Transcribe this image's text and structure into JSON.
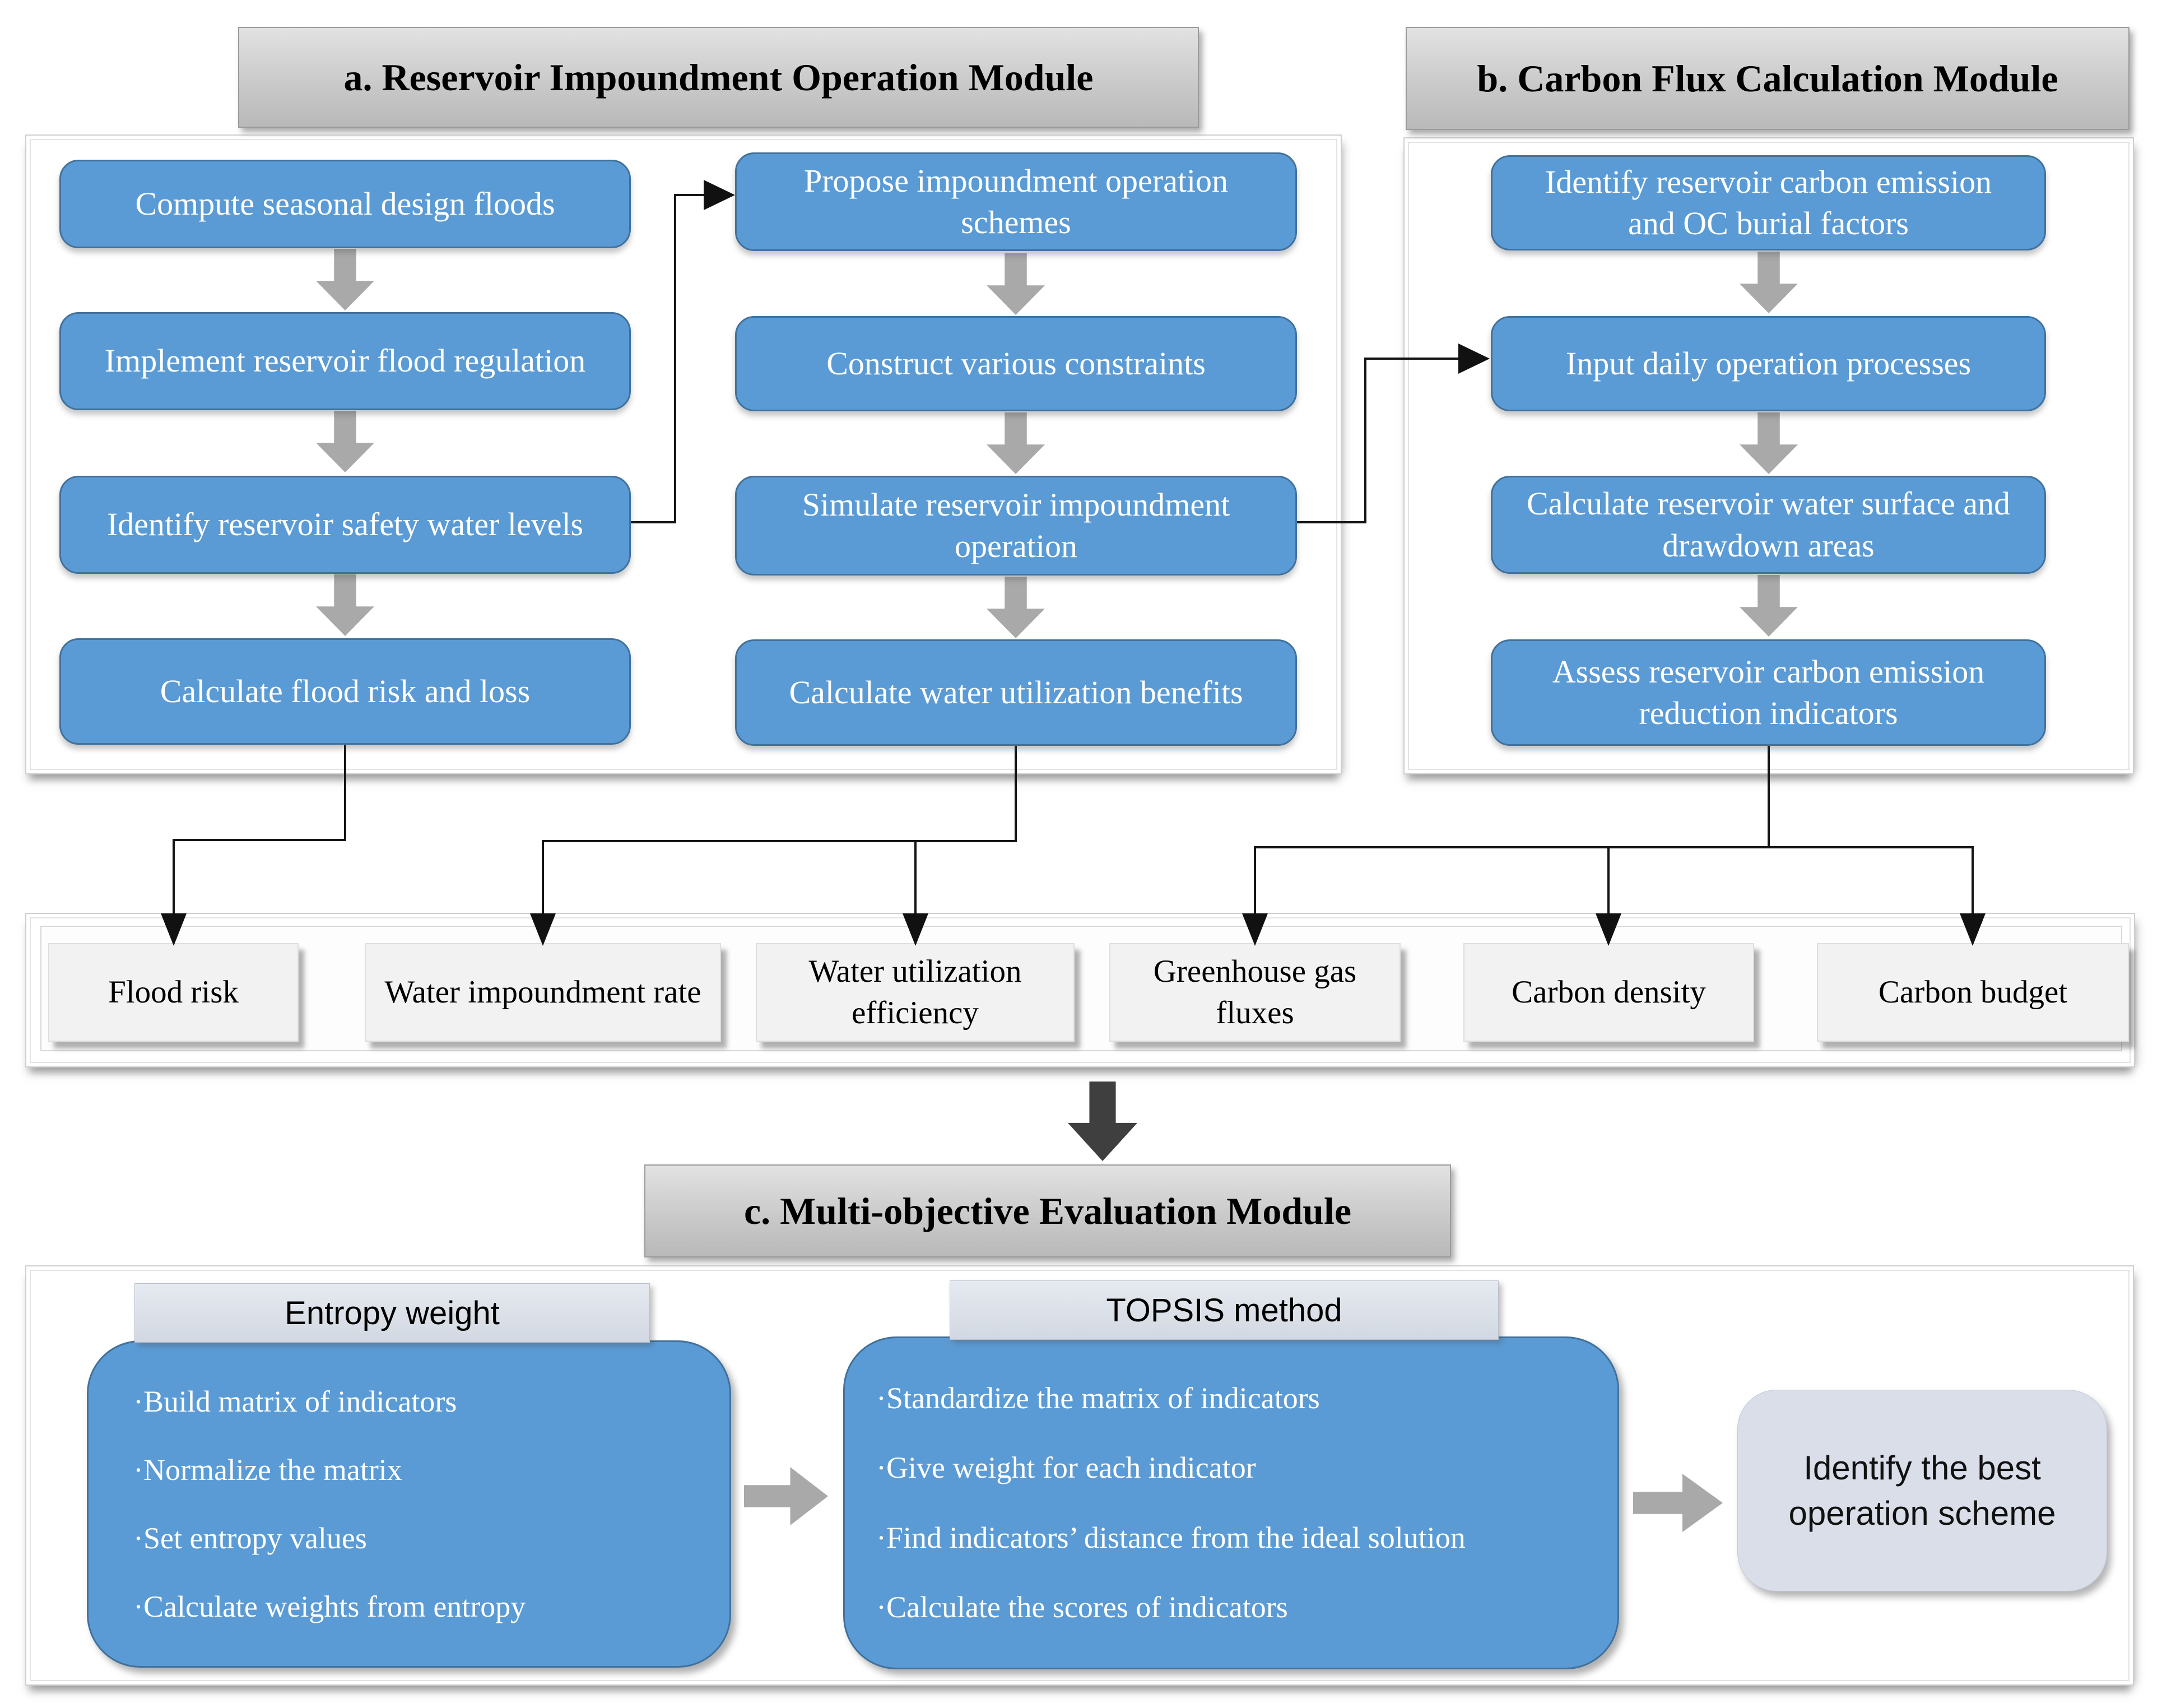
{
  "module_a": {
    "title": "a. Reservoir Impoundment Operation Module",
    "col1": [
      "Compute seasonal design floods",
      "Implement reservoir flood regulation",
      "Identify reservoir safety water levels",
      "Calculate flood risk and loss"
    ],
    "col2": [
      "Propose impoundment operation schemes",
      "Construct various constraints",
      "Simulate reservoir impoundment operation",
      "Calculate water utilization benefits"
    ]
  },
  "module_b": {
    "title": "b. Carbon Flux Calculation Module",
    "steps": [
      "Identify reservoir carbon emission and OC burial factors",
      "Input daily operation processes",
      "Calculate reservoir water surface and drawdown areas",
      "Assess reservoir carbon emission reduction indicators"
    ]
  },
  "indicators": [
    "Flood risk",
    "Water impoundment rate",
    "Water utilization efficiency",
    "Greenhouse gas fluxes",
    "Carbon density",
    "Carbon budget"
  ],
  "module_c": {
    "title": "c. Multi-objective Evaluation Module",
    "entropy": {
      "header": "Entropy weight",
      "items": [
        "·Build matrix of indicators",
        "·Normalize the matrix",
        "·Set entropy values",
        "·Calculate weights from entropy"
      ]
    },
    "topsis": {
      "header": "TOPSIS method",
      "items": [
        "·Standardize the matrix of indicators",
        "·Give weight for each indicator",
        "·Find indicators’ distance from the ideal solution",
        "·Calculate the scores of indicators"
      ]
    },
    "result": "Identify the best operation scheme"
  },
  "colors": {
    "process_box_fill": "#5b9bd5",
    "process_box_border": "#41719c",
    "title_bar_fill": "#c9c9c9",
    "indicator_box_fill": "#f2f2f2",
    "header_bar_fill": "#d9dde4",
    "result_box_fill": "#d9dee9",
    "flow_arrow_gray": "#a9a9a9",
    "flow_arrow_dark": "#3f3f3f",
    "connector_line": "#151515"
  }
}
